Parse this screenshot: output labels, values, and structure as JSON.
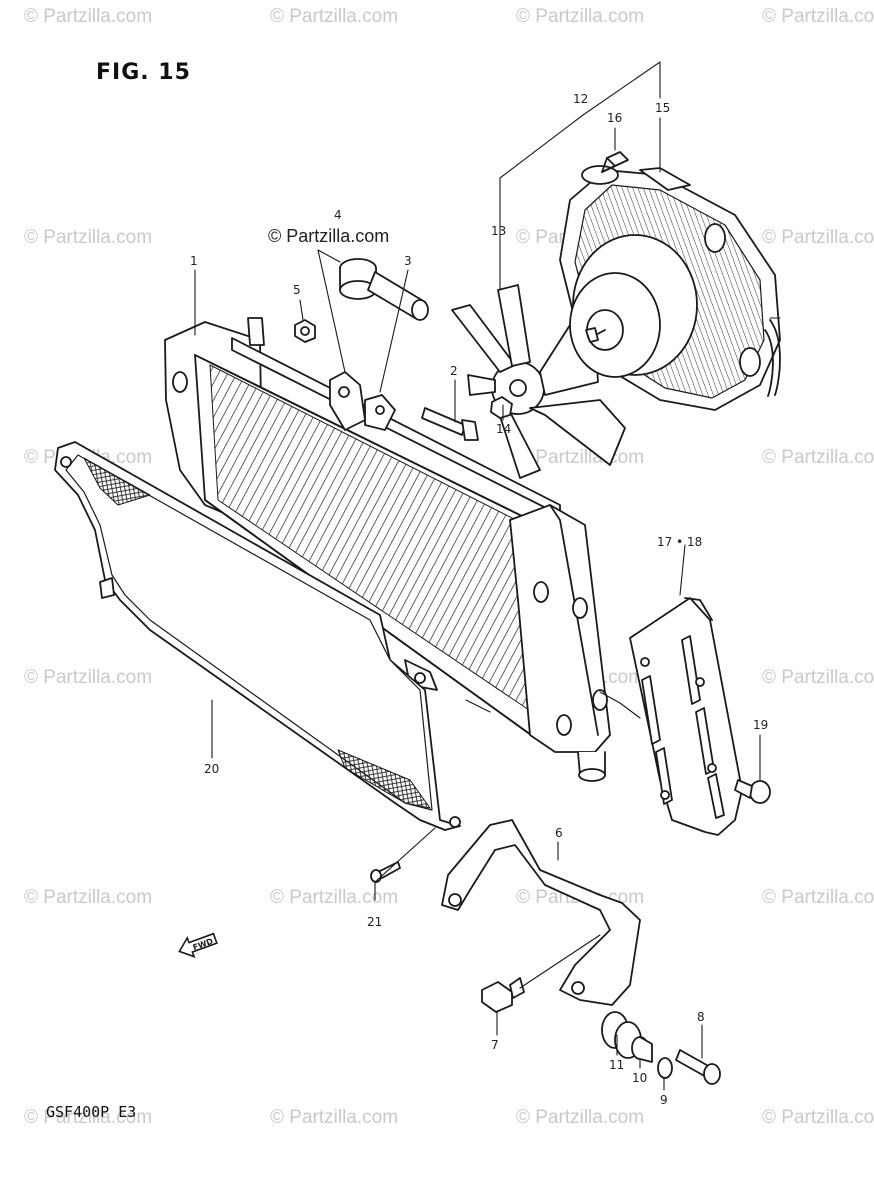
{
  "figure": {
    "title": "FIG. 15",
    "model_code": "GSF400P  E3",
    "brand_label": "© Partzilla.com"
  },
  "watermark": {
    "text": "© Partzilla.com"
  },
  "callouts": {
    "c1": "1",
    "c2": "2",
    "c3": "3",
    "c4": "4",
    "c5": "5",
    "c6": "6",
    "c7": "7",
    "c8": "8",
    "c9": "9",
    "c10": "10",
    "c11": "11",
    "c12": "12",
    "c13": "13",
    "c14": "14",
    "c15": "15",
    "c16": "16",
    "c17_18": "17 • 18",
    "c19": "19",
    "c20": "20",
    "c21": "21"
  },
  "fwd_label": "FWD",
  "colors": {
    "line": "#1a1a1a",
    "watermark": "#c9c9c9",
    "background": "#ffffff"
  }
}
